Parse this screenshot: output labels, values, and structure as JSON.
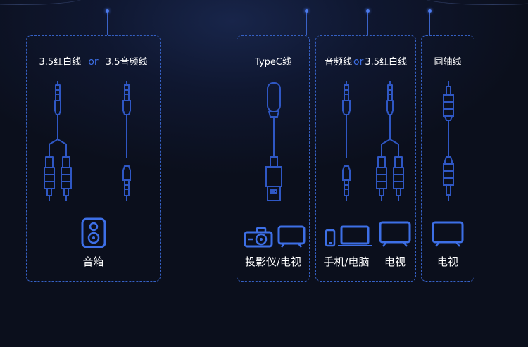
{
  "colors": {
    "background": "#0b0f1c",
    "accent": "#3d6fe6",
    "line": "#2f57c4",
    "text": "#ffffff"
  },
  "panels": [
    {
      "id": "speaker",
      "cable_a": "3.5红白线",
      "or": "or",
      "cable_b": "3.5音频线",
      "device": "音箱",
      "icons": [
        "speaker-icon"
      ]
    },
    {
      "id": "projector",
      "cable_a": "TypeC线",
      "device": "投影仪/电视",
      "icons": [
        "projector-icon",
        "tv-icon"
      ]
    },
    {
      "id": "phone",
      "cable_a": "音频线",
      "or": "or",
      "cable_b": "3.5红白线",
      "device_a": "手机/电脑",
      "device_b": "电视",
      "icons": [
        "phone-icon",
        "laptop-icon",
        "tv-icon"
      ]
    },
    {
      "id": "coax",
      "cable_a": "同轴线",
      "device": "电视",
      "icons": [
        "tv-icon"
      ]
    }
  ]
}
